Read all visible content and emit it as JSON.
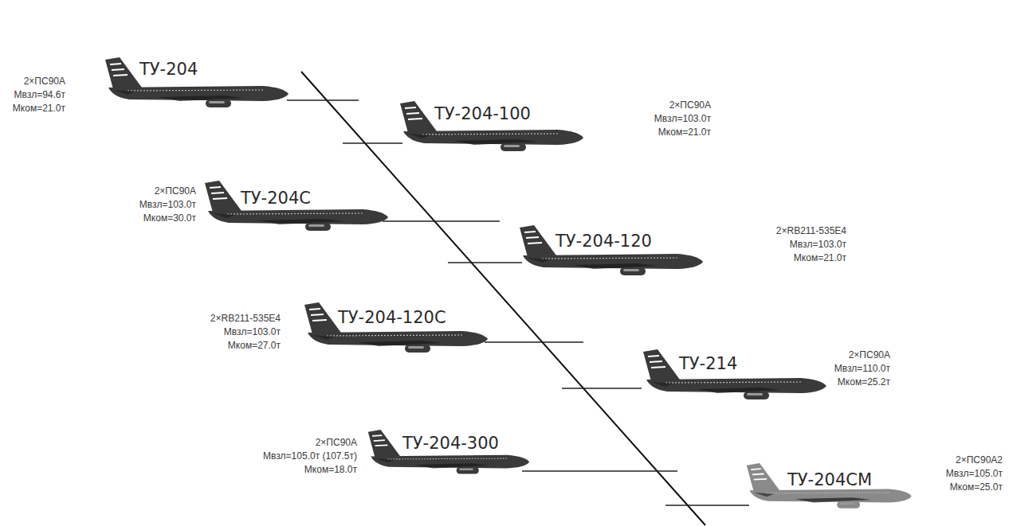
{
  "diagram": {
    "labels": [
      "ТУ-204",
      "2×ПС90А",
      "Mвзл=94.6т",
      "Mком=21.0т",
      "ТУ-204-100",
      "2×ПС90А",
      "Mвзл=103.0т",
      "Mком=21.0т",
      "ТУ-204С",
      "2×ПС90А",
      "Mвзл=103.0т",
      "Mком=30.0т",
      "ТУ-204-120",
      "2×RB211-535E4",
      "Mвзл=103.0т",
      "Mком=21.0т",
      "ТУ-204-120С",
      "2×RB211-535E4",
      "Mвзл=103.0т",
      "Mком=27.0т",
      "ТУ-214",
      "2×ПС90А",
      "Mвзл=110.0т",
      "Mком=25.2т",
      "ТУ-204-300",
      "2×ПС90А",
      "Mвзл=105.0т (107.5т)",
      "Mком=18.0т",
      "ТУ-204СМ",
      "2×ПС90А2",
      "Mвзл=105.0т",
      "Mком=25.0т"
    ]
  }
}
